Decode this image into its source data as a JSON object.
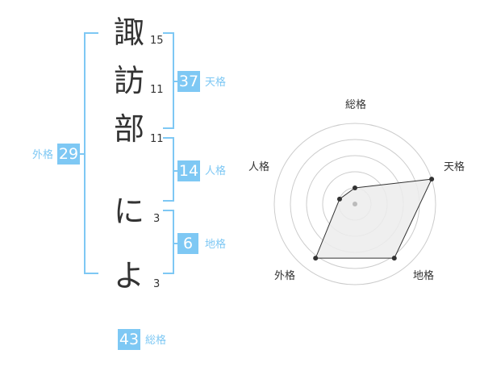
{
  "name_chars": [
    {
      "char": "諏",
      "strokes": "15"
    },
    {
      "char": "訪",
      "strokes": "11"
    },
    {
      "char": "部",
      "strokes": "11"
    },
    {
      "char": "に",
      "strokes": "3"
    },
    {
      "char": "よ",
      "strokes": "3"
    }
  ],
  "gaikaku": {
    "value": "29",
    "label": "外格"
  },
  "tenkaku": {
    "value": "37",
    "label": "天格"
  },
  "jinkaku": {
    "value": "14",
    "label": "人格"
  },
  "chikaku": {
    "value": "6",
    "label": "地格"
  },
  "soukaku": {
    "value": "43",
    "label": "総格"
  },
  "radar": {
    "labels": {
      "top": "総格",
      "right": "天格",
      "bottom_right": "地格",
      "bottom_left": "外格",
      "left": "人格"
    },
    "values": {
      "soukaku": 0.2,
      "tenkaku": 1.0,
      "chikaku": 0.83,
      "gaikaku": 0.83,
      "jinkaku": 0.2
    },
    "colors": {
      "fill": "#ececec",
      "stroke": "#333333",
      "ring": "#cccccc",
      "center": "#bbbbbb"
    }
  },
  "colors": {
    "accent": "#7ec8f4"
  }
}
